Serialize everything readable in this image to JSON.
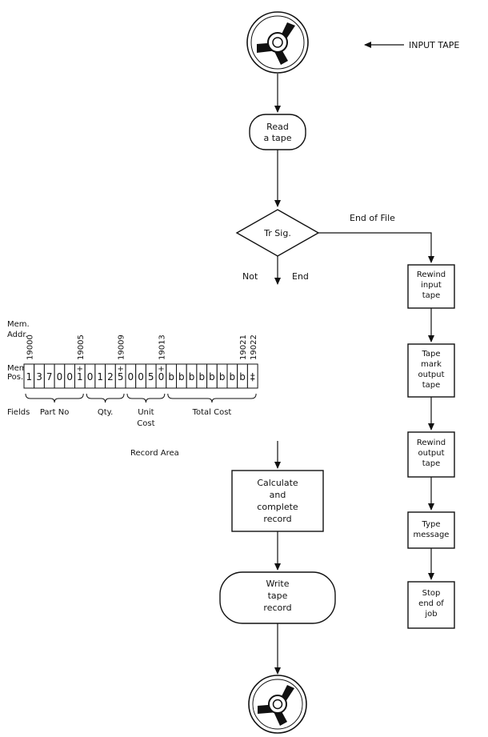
{
  "labels": {
    "input_tape": "INPUT TAPE",
    "end_of_file": "End of File",
    "not": "Not",
    "end": "End",
    "mem_addr": [
      "Mem.",
      "Addr."
    ],
    "mem_pos": [
      "Mem.",
      "Pos."
    ],
    "fields": "Fields",
    "record_area": "Record Area"
  },
  "nodes": {
    "read": [
      "Read",
      "a tape"
    ],
    "decision": "Tr Sig.",
    "rewind_input": [
      "Rewind",
      "input",
      "tape"
    ],
    "tape_mark": [
      "Tape",
      "mark",
      "output",
      "tape"
    ],
    "rewind_output": [
      "Rewind",
      "output",
      "tape"
    ],
    "type_message": [
      "Type",
      "message"
    ],
    "stop": [
      "Stop",
      "end of",
      "job"
    ],
    "calculate": [
      "Calculate",
      "and",
      "complete",
      "record"
    ],
    "write": [
      "Write",
      "tape",
      "record"
    ]
  },
  "record": {
    "addresses": [
      "19000",
      "19005",
      "19009",
      "19013",
      "19021",
      "19022"
    ],
    "positions": [
      "1",
      "3",
      "7",
      "0",
      "0",
      "1",
      "0",
      "1",
      "2",
      "5",
      "0",
      "0",
      "5",
      "0",
      "b",
      "b",
      "b",
      "b",
      "b",
      "b",
      "b",
      "b",
      "‡"
    ],
    "fields": [
      {
        "name": [
          "Part No"
        ]
      },
      {
        "name": [
          "Qty."
        ]
      },
      {
        "name": [
          "Unit",
          "Cost"
        ]
      },
      {
        "name": [
          "Total Cost"
        ]
      }
    ]
  }
}
